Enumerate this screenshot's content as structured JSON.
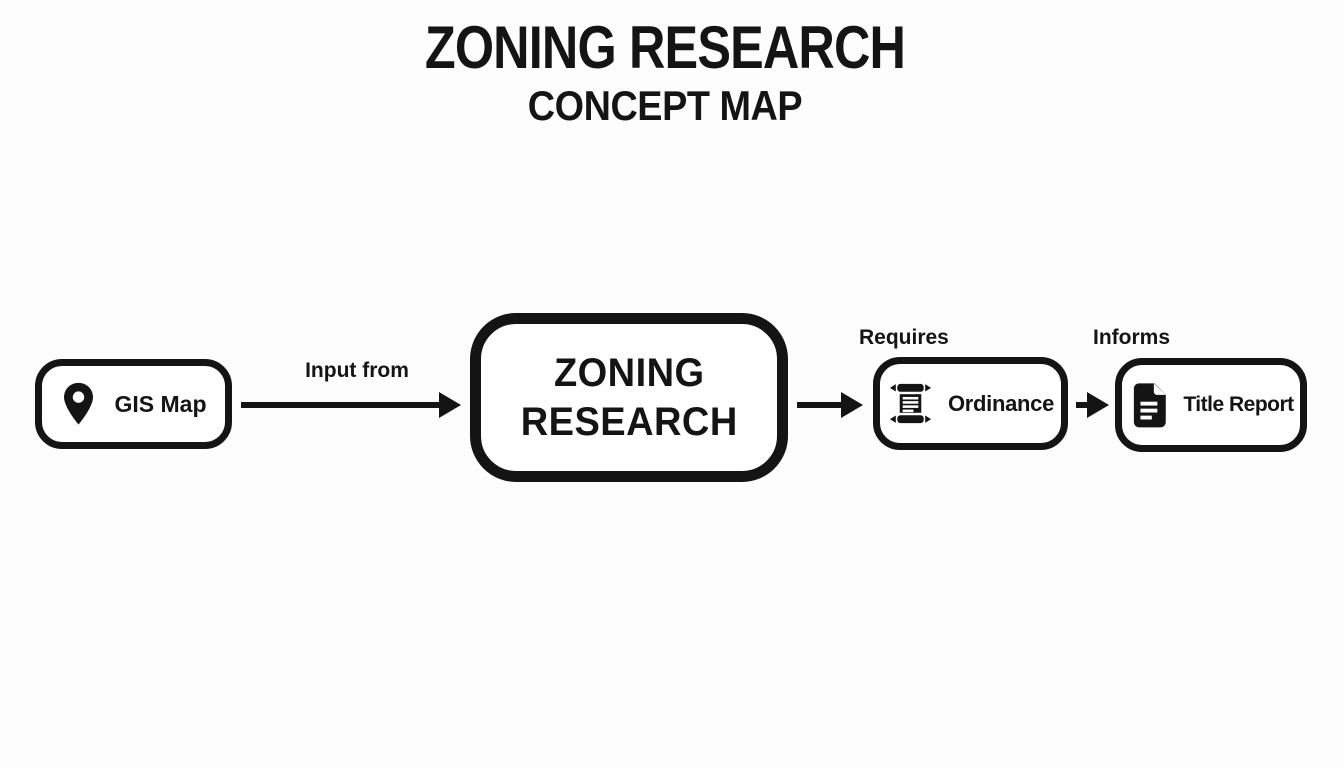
{
  "title": {
    "line1": "ZONING RESEARCH",
    "line2": "CONCEPT MAP"
  },
  "nodes": {
    "gis_map": {
      "label": "GIS Map",
      "icon": "map-pin-icon"
    },
    "zoning_research": {
      "line1": "ZONING",
      "line2": "RESEARCH"
    },
    "ordinance": {
      "label": "Ordinance",
      "icon": "scroll-icon"
    },
    "title_report": {
      "label": "Title Report",
      "icon": "document-icon"
    }
  },
  "edges": {
    "input_from": {
      "label": "Input from",
      "from": "GIS Map",
      "to": "ZONING RESEARCH"
    },
    "requires": {
      "label": "Requires",
      "from": "ZONING RESEARCH",
      "to": "Ordinance"
    },
    "informs": {
      "label": "Informs",
      "from": "Ordinance",
      "to": "Title Report"
    }
  },
  "colors": {
    "background": "#fdfdfd",
    "ink": "#141414",
    "node_fill": "#ffffff"
  }
}
